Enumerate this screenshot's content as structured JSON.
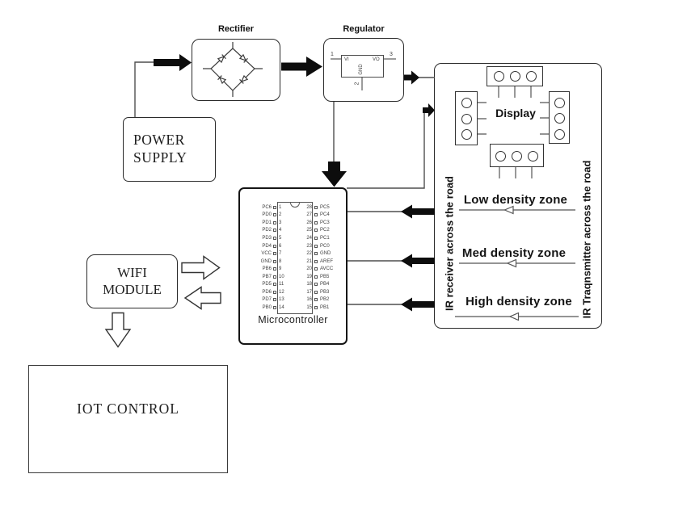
{
  "colors": {
    "ink": "#1c1c1c",
    "wire": "#4f4f4f",
    "black_arrow": "#0d0d0d"
  },
  "blocks": {
    "power_supply": {
      "line1": "POWER",
      "line2": "SUPPLY"
    },
    "rectifier": {
      "title": "Rectifier"
    },
    "regulator": {
      "title": "Regulator",
      "pin_vi": "VI",
      "pin_vo": "VO",
      "pin_gnd": "GND",
      "num_1": "1",
      "num_2": "2",
      "num_3": "3"
    },
    "wifi_module": {
      "line1": "WIFI",
      "line2": "MODULE"
    },
    "iot_control": {
      "label": "IOT CONTROL"
    },
    "microcontroller": {
      "caption": "Microcontroller",
      "left_pins": [
        {
          "name": "PC6",
          "num": "1"
        },
        {
          "name": "PD0",
          "num": "2"
        },
        {
          "name": "PD1",
          "num": "3"
        },
        {
          "name": "PD2",
          "num": "4"
        },
        {
          "name": "PD3",
          "num": "5"
        },
        {
          "name": "PD4",
          "num": "6"
        },
        {
          "name": "VCC",
          "num": "7"
        },
        {
          "name": "GND",
          "num": "8"
        },
        {
          "name": "PB6",
          "num": "9"
        },
        {
          "name": "PB7",
          "num": "10"
        },
        {
          "name": "PD5",
          "num": "11"
        },
        {
          "name": "PD6",
          "num": "12"
        },
        {
          "name": "PD7",
          "num": "13"
        },
        {
          "name": "PB0",
          "num": "14"
        }
      ],
      "right_pins": [
        {
          "num": "28",
          "name": "PC5"
        },
        {
          "num": "27",
          "name": "PC4"
        },
        {
          "num": "26",
          "name": "PC3"
        },
        {
          "num": "25",
          "name": "PC2"
        },
        {
          "num": "24",
          "name": "PC1"
        },
        {
          "num": "23",
          "name": "PC0"
        },
        {
          "num": "22",
          "name": "GND"
        },
        {
          "num": "21",
          "name": "AREF"
        },
        {
          "num": "20",
          "name": "AVCC"
        },
        {
          "num": "19",
          "name": "PB5"
        },
        {
          "num": "18",
          "name": "PB4"
        },
        {
          "num": "17",
          "name": "PB3"
        },
        {
          "num": "16",
          "name": "PB2"
        },
        {
          "num": "15",
          "name": "PB1"
        }
      ]
    },
    "traffic_panel": {
      "display_label": "Display",
      "zones": [
        {
          "label": "Low density zone"
        },
        {
          "label": "Med density zone"
        },
        {
          "label": "High density zone"
        }
      ],
      "left_side_label": "IR receiver across the road",
      "right_side_label": "IR Traqnsmitter across the road"
    }
  }
}
